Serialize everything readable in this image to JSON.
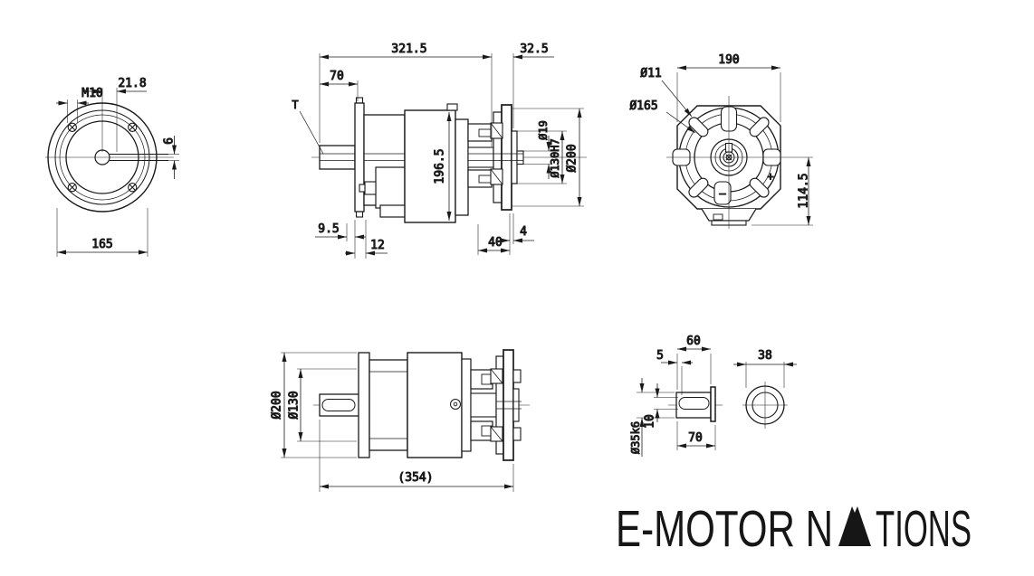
{
  "drawing": {
    "front_view": {
      "dims": {
        "keyway_offset": "21.8",
        "thread": "M10",
        "keyway_width": "6",
        "bolt_circle": "165"
      }
    },
    "side_view": {
      "dims": {
        "body_length": "321.5",
        "flange_depth": "32.5",
        "shaft_length": "70",
        "key_label": "T",
        "body_height": "196.5",
        "shaft_dia": "Ø19",
        "spigot_dia": "Ø130H7",
        "flange_dia": "Ø200",
        "step1": "9.5",
        "step2": "12",
        "stud_length": "40",
        "plate_thickness": "4"
      }
    },
    "rear_view": {
      "dims": {
        "slot_dia": "Ø11",
        "bolt_circle_dia": "Ø165",
        "width": "190",
        "height_below_center": "114.5"
      },
      "marks": {
        "plus": "+",
        "minus": "–"
      }
    },
    "top_view": {
      "dims": {
        "flange_dia": "Ø200",
        "spigot_dia": "Ø130",
        "overall_length": "(354)"
      }
    },
    "shaft_detail": {
      "dims": {
        "key_start": "5",
        "key_length": "60",
        "shaft_length": "70",
        "key_depth": "10",
        "shaft_dia": "Ø35k6",
        "end_dia": "38"
      }
    }
  },
  "logo": {
    "full_name": "E-MOTOR NATIONS",
    "text_before_a": "E-MOTOR N",
    "text_after_a": "TIONS"
  }
}
